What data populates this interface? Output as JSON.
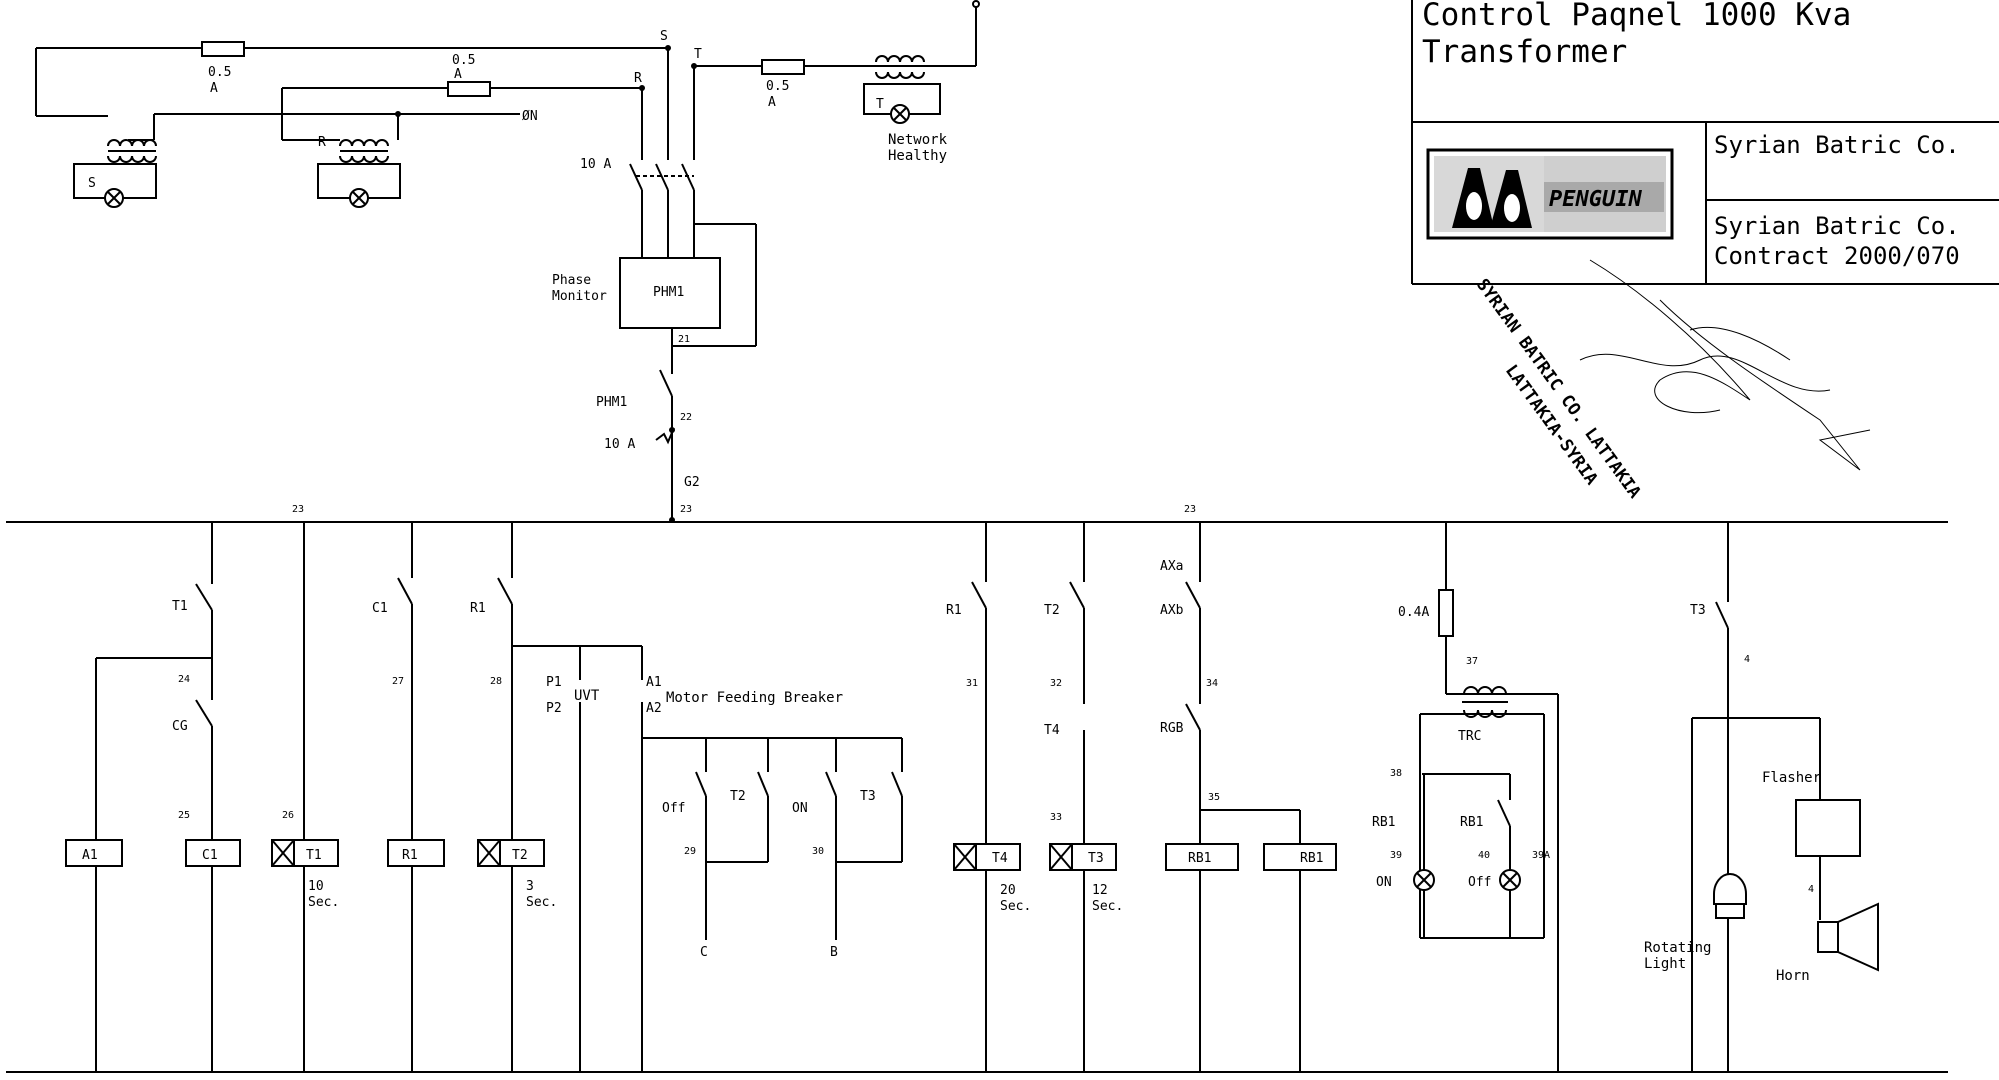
{
  "title_block": {
    "title_line1": "Control   Paqnel 1000 Kva",
    "title_line2": "Transformer",
    "company": "Syrian Batric Co.",
    "client_line1": "Syrian Batric Co.",
    "client_line2": "Contract 2000/070",
    "logo_text": "PENGUIN"
  },
  "stamp": {
    "line1": "SYRIAN BATRIC CO. LATTAKIA",
    "line2": "LATTAKIA-SYRIA"
  },
  "top_labels": {
    "phase_s": "S",
    "phase_t": "T",
    "phase_r": "R",
    "neutral": "ØN",
    "fuse1": "0.5",
    "fuse1_unit": "A",
    "fuse2": "0.5",
    "fuse2_unit": "A",
    "fuse3": "0.5",
    "fuse3_unit": "A",
    "lamp_s": "S",
    "lamp_r": "R",
    "lamp_t": "T",
    "network_1": "Network",
    "network_2": "Healthy",
    "breaker": "10 A",
    "phase_monitor_1": "Phase",
    "phase_monitor_2": "Monitor",
    "phm_box": "PHM1",
    "n21": "21",
    "phm_contact": "PHM1",
    "n22": "22",
    "breaker2": "10 A",
    "g2": "G2",
    "n23": "23"
  },
  "bus_labels": {
    "n23a": "23",
    "n23b": "23"
  },
  "left_section": {
    "t1_contact": "T1",
    "n24": "24",
    "cg": "CG",
    "n25": "25",
    "a1": "A1",
    "c1_coil": "C1",
    "n26": "26",
    "t1_coil": "T1",
    "t1_time": "10",
    "t1_unit": "Sec.",
    "c1_contact": "C1",
    "n27": "27",
    "r1_coil": "R1",
    "r1_contact": "R1",
    "n28": "28",
    "t2_coil": "T2",
    "t2_time": "3",
    "t2_unit": "Sec.",
    "p1": "P1",
    "p2": "P2",
    "uvt": "UVT",
    "a1t": "A1",
    "a2t": "A2",
    "motor": "Motor Feeding Breaker",
    "off": "Off",
    "t2c": "T2",
    "on": "ON",
    "t3c": "T3",
    "n29": "29",
    "n30": "30",
    "c": "C",
    "b": "B"
  },
  "mid_section": {
    "r1": "R1",
    "n31": "31",
    "t4_coil": "T4",
    "t4_time": "20",
    "t4_unit": "Sec.",
    "t2": "T2",
    "n32": "32",
    "t4": "T4",
    "n33": "33",
    "t3_coil": "T3",
    "t3_time": "12",
    "t3_unit": "Sec.",
    "axa": "AXa",
    "axb": "AXb",
    "n34": "34",
    "rgb": "RGB",
    "n35": "35",
    "rb1a": "RB1",
    "rb1b": "RB1"
  },
  "right_section": {
    "fuse": "0.4A",
    "n37": "37",
    "trc": "TRC",
    "n38": "38",
    "rb1c": "RB1",
    "rb1d": "RB1",
    "n39": "39",
    "n40": "40",
    "n39a": "39A",
    "on": "ON",
    "off": "Off",
    "t3": "T3",
    "n4a": "4",
    "flasher": "Flasher",
    "n4b": "4",
    "rotating_1": "Rotating",
    "rotating_2": "Light",
    "horn": "Horn"
  }
}
